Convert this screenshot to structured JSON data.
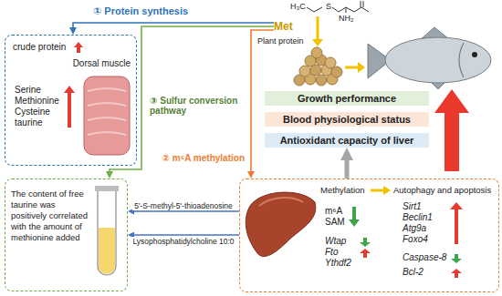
{
  "diagram": {
    "nodes": [
      {
        "text": [
          "Met"
        ]
      },
      {
        "text": [
          "crude protein",
          "Dorsal muscle",
          "Serine Methionine Cysteine taurine"
        ]
      },
      {
        "text": [
          "Growth performance"
        ]
      },
      {
        "text": [
          "Blood physiological status"
        ]
      },
      {
        "text": [
          "Antioxidant capacity of liver"
        ]
      },
      {
        "text": [
          "The content of free taurine was positively correlated with the amount of methionine added"
        ]
      },
      {
        "text": [
          "Methylation",
          "Autophagy and apoptosis",
          "m⁶A SAM",
          "Wtap Fto Ythdf2",
          "Sirt1 Beclin1 Atg9a Foxo4",
          "Caspase-8",
          "Bcl-2"
        ]
      }
    ],
    "edges": [
      {
        "from": 0,
        "to": 1,
        "arrow": "to",
        "label": "① Protein synthesis"
      },
      {
        "from": 0,
        "to": 6,
        "arrow": "to",
        "label": "② m⁶A methylation"
      },
      {
        "from": 0,
        "to": 5,
        "arrow": "to",
        "label": "③ Sulfur conversion pathway"
      },
      {
        "from": 6,
        "to": 5,
        "arrow": "to",
        "label": "5'-S-methyl-5'-thioadenosine"
      },
      {
        "from": 6,
        "to": 5,
        "arrow": "to",
        "label": "Lysophosphatidylcholine 10:0"
      },
      {
        "from": 6,
        "to": 4,
        "arrow": "to"
      }
    ],
    "labels": [
      "H₃C",
      "S",
      "NH₂",
      "Plant protein"
    ]
  }
}
